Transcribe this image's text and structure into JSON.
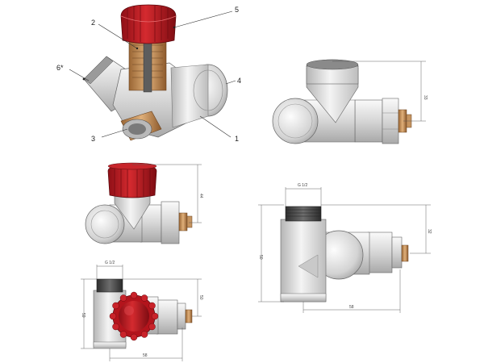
{
  "callouts": {
    "c1": "1",
    "c2": "2",
    "c3": "3",
    "c4": "4",
    "c5": "5",
    "c6": "6*"
  },
  "dimensions": {
    "view2_height": "33",
    "view3_height": "44",
    "view4_thread": "G 1/2",
    "view4_height": "50",
    "view4_right": "32",
    "view4_bottom": "58",
    "view5_thread": "G 1/2",
    "view5_height": "59",
    "view5_right": "50",
    "view5_bottom": "58"
  },
  "colors": {
    "body_chrome": "#dcdcdc",
    "cap_red": "#b3141c",
    "insert_brass": "#c08a52",
    "thread_dark": "#4a4a4a"
  }
}
